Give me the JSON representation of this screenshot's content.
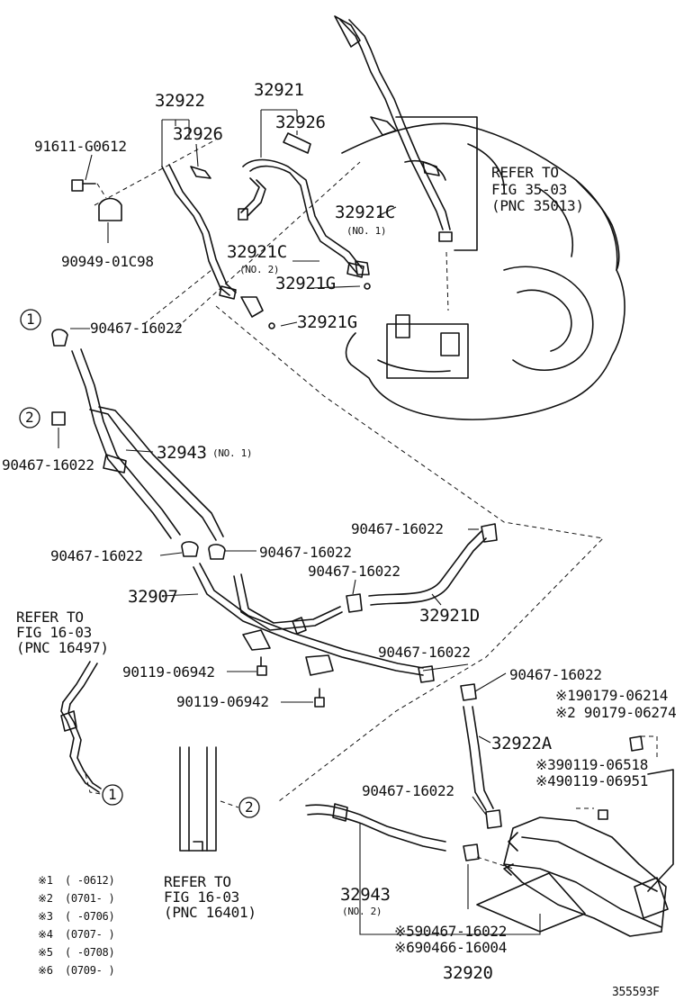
{
  "diagram_code": "355593F",
  "labels": {
    "p32922": "32922",
    "p32926a": "32926",
    "p32921": "32921",
    "p32926b": "32926",
    "p91611": "91611-G0612",
    "p90949": "90949-01C98",
    "p32921C_1": "32921C",
    "no1_c": "(NO. 1)",
    "p32921C_2": "32921C",
    "no2_c": "(NO. 2)",
    "p32921G_1": "32921G",
    "p32921G_2": "32921G",
    "refer1_a": "REFER TO",
    "refer1_b": "FIG 35-03",
    "refer1_c": "(PNC 35013)",
    "c1": "90467-16022",
    "c2": "90467-16022",
    "p32943_1": "32943",
    "no1_hose": "(NO. 1)",
    "c3": "90467-16022",
    "c4": "90467-16022",
    "c5": "90467-16022",
    "c6": "90467-16022",
    "p32907": "32907",
    "p32921D": "32921D",
    "refer2_a": "REFER TO",
    "refer2_b": "FIG 16-03",
    "refer2_c": "(PNC 16497)",
    "b1": "90119-06942",
    "b2": "90119-06942",
    "c7": "90467-16022",
    "c8": "90467-16022",
    "s1": "※190179-06214",
    "s2": "※2 90179-06274",
    "p32922A": "32922A",
    "s3": "※390119-06518",
    "s4": "※490119-06951",
    "c9": "90467-16022",
    "refer3_a": "REFER TO",
    "refer3_b": "FIG 16-03",
    "refer3_c": "(PNC 16401)",
    "p32943_2": "32943",
    "no2_hose": "(NO. 2)",
    "s5": "※590467-16022",
    "s6": "※690466-16004",
    "p32920": "32920",
    "circle1": "1",
    "circle2": "2",
    "circle1b": "1",
    "circle2b": "2"
  },
  "footnotes": [
    {
      "mark": "※1",
      "range": "(      -0612)"
    },
    {
      "mark": "※2",
      "range": "(0701-      )"
    },
    {
      "mark": "※3",
      "range": "(      -0706)"
    },
    {
      "mark": "※4",
      "range": "(0707-      )"
    },
    {
      "mark": "※5",
      "range": "(      -0708)"
    },
    {
      "mark": "※6",
      "range": "(0709-      )"
    }
  ]
}
